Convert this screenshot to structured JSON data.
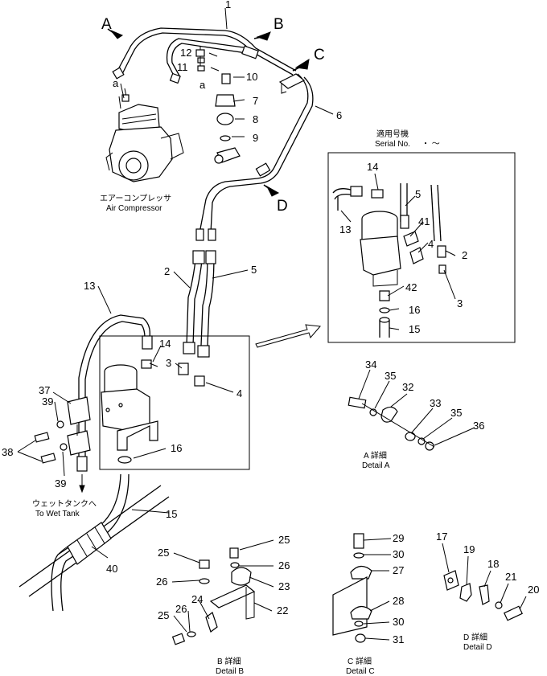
{
  "callouts": {
    "A": "A",
    "B": "B",
    "C": "C",
    "D": "D",
    "a1": "a",
    "a2": "a",
    "n1": "1",
    "n2": "2",
    "n3": "3",
    "n4": "4",
    "n5": "5",
    "n6": "6",
    "n7": "7",
    "n8": "8",
    "n9": "9",
    "n10": "10",
    "n11": "11",
    "n12": "12",
    "n13": "13",
    "n14": "14",
    "n15": "15",
    "n16": "16",
    "n17": "17",
    "n18": "18",
    "n19": "19",
    "n20": "20",
    "n21": "21",
    "n22": "22",
    "n23": "23",
    "n24": "24",
    "n25a": "25",
    "n25b": "25",
    "n25c": "25",
    "n26a": "26",
    "n26b": "26",
    "n26c": "26",
    "n27": "27",
    "n28": "28",
    "n29": "29",
    "n30a": "30",
    "n30b": "30",
    "n31": "31",
    "n32": "32",
    "n33": "33",
    "n34": "34",
    "n35a": "35",
    "n35b": "35",
    "n36": "36",
    "n37": "37",
    "n38": "38",
    "n39a": "39",
    "n39b": "39",
    "n40": "40",
    "i2": "2",
    "i3": "3",
    "i4": "4",
    "i5": "5",
    "i13": "13",
    "i14": "14",
    "i15": "15",
    "i16": "16",
    "i41": "41",
    "i42": "42"
  },
  "labels": {
    "air_compressor_jp": "エアーコンプレッサ",
    "air_compressor_en": "Air Compressor",
    "serial_jp": "適用号機",
    "serial_en": "Serial No.",
    "serial_range": "・ ～",
    "wet_tank_jp": "ウェットタンクへ",
    "wet_tank_en": "To Wet Tank",
    "detail_a_jp": "A 詳細",
    "detail_a_en": "Detail A",
    "detail_b_jp": "B 詳細",
    "detail_b_en": "Detail B",
    "detail_c_jp": "C 詳細",
    "detail_c_en": "Detail C",
    "detail_d_jp": "D 詳細",
    "detail_d_en": "Detail D"
  }
}
